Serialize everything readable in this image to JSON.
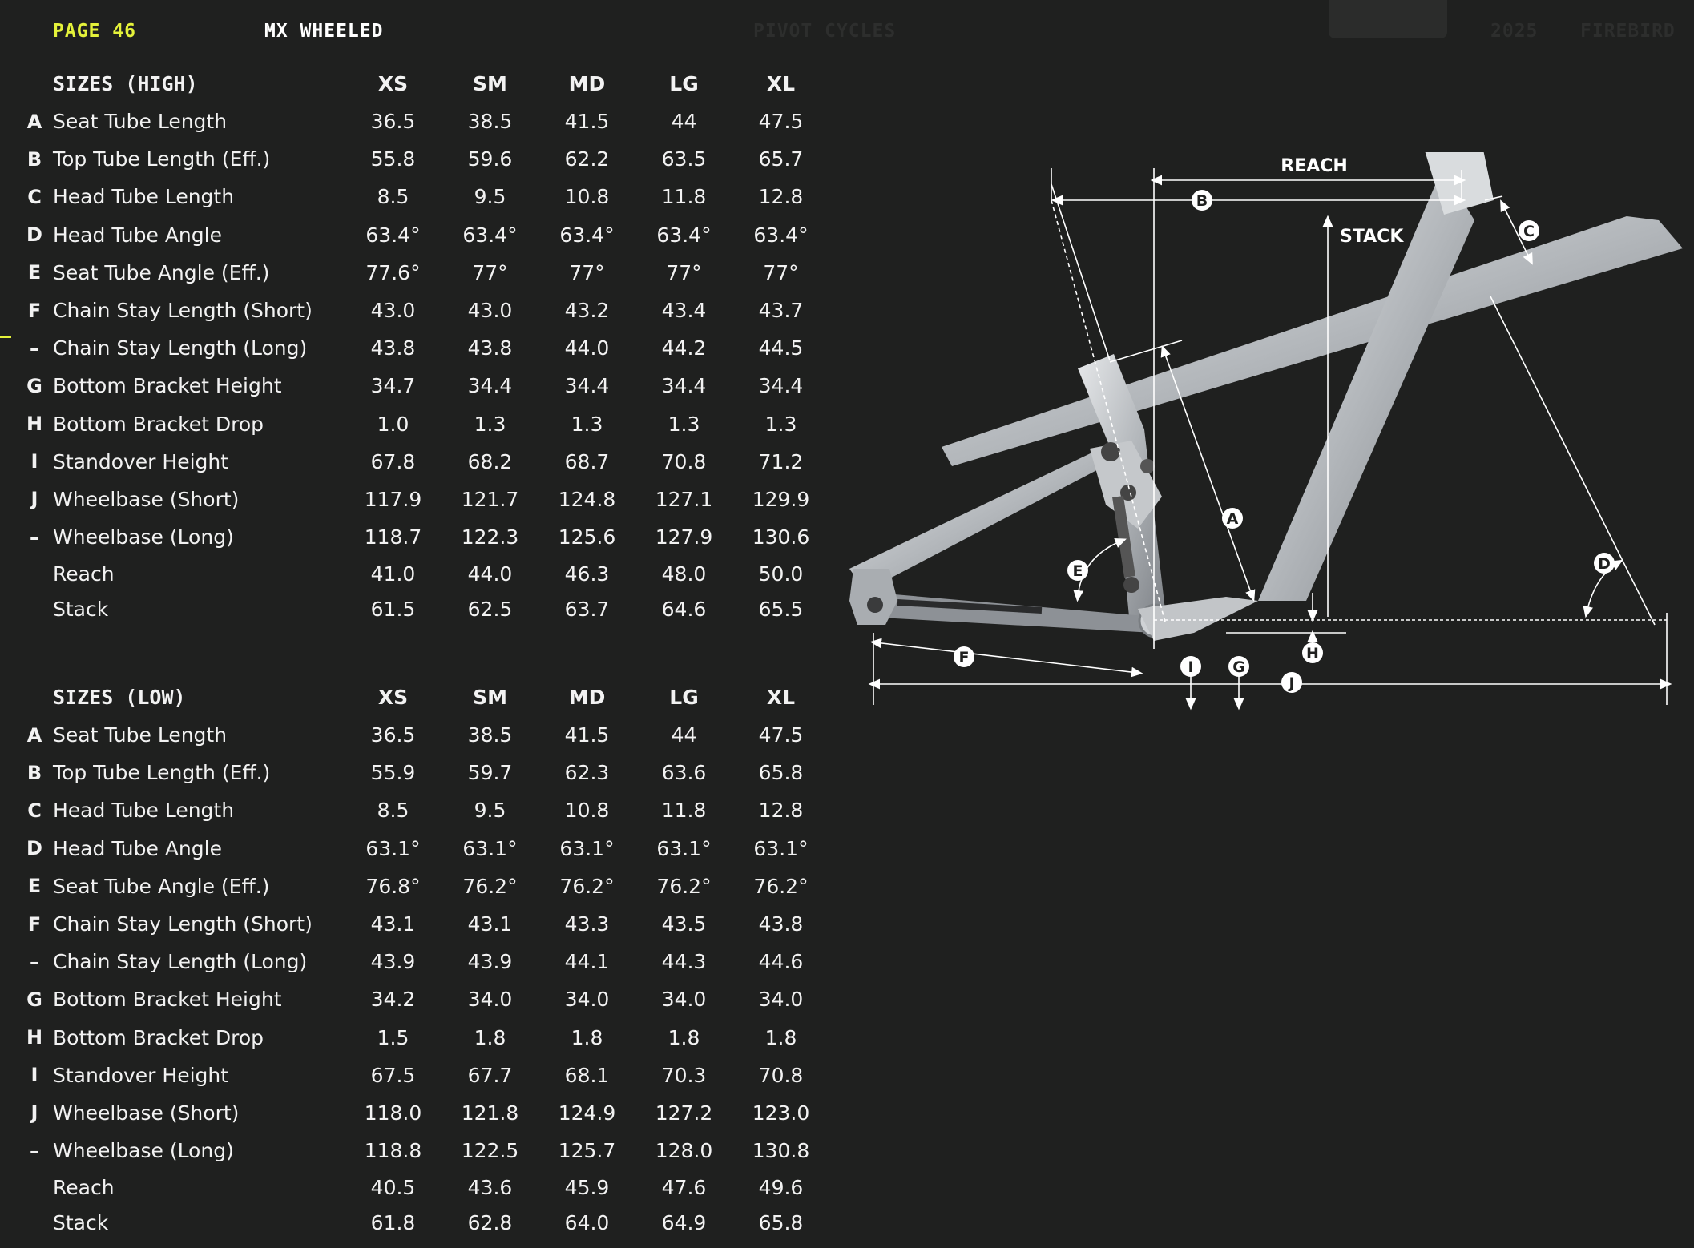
{
  "header": {
    "page": "PAGE 46",
    "title": "MX WHEELED",
    "brand": "PIVOT CYCLES",
    "year": "2025",
    "model": "FIREBIRD"
  },
  "columns": [
    "XS",
    "SM",
    "MD",
    "LG",
    "XL"
  ],
  "tables": [
    {
      "title": "SIZES (HIGH)",
      "rows": [
        {
          "letter": "A",
          "label": "Seat Tube Length",
          "values": [
            "36.5",
            "38.5",
            "41.5",
            "44",
            "47.5"
          ]
        },
        {
          "letter": "B",
          "label": "Top Tube Length (Eff.)",
          "values": [
            "55.8",
            "59.6",
            "62.2",
            "63.5",
            "65.7"
          ]
        },
        {
          "letter": "C",
          "label": "Head Tube Length",
          "values": [
            "8.5",
            "9.5",
            "10.8",
            "11.8",
            "12.8"
          ]
        },
        {
          "letter": "D",
          "label": "Head Tube Angle",
          "values": [
            "63.4°",
            "63.4°",
            "63.4°",
            "63.4°",
            "63.4°"
          ]
        },
        {
          "letter": "E",
          "label": "Seat Tube Angle (Eff.)",
          "values": [
            "77.6°",
            "77°",
            "77°",
            "77°",
            "77°"
          ]
        },
        {
          "letter": "F",
          "label": "Chain Stay Length (Short)",
          "values": [
            "43.0",
            "43.0",
            "43.2",
            "43.4",
            "43.7"
          ]
        },
        {
          "letter": "–",
          "label": "Chain Stay Length (Long)",
          "values": [
            "43.8",
            "43.8",
            "44.0",
            "44.2",
            "44.5"
          ]
        },
        {
          "letter": "G",
          "label": "Bottom Bracket Height",
          "values": [
            "34.7",
            "34.4",
            "34.4",
            "34.4",
            "34.4"
          ]
        },
        {
          "letter": "H",
          "label": "Bottom Bracket Drop",
          "values": [
            "1.0",
            "1.3",
            "1.3",
            "1.3",
            "1.3"
          ]
        },
        {
          "letter": "I",
          "label": "Standover Height",
          "values": [
            "67.8",
            "68.2",
            "68.7",
            "70.8",
            "71.2"
          ]
        },
        {
          "letter": "J",
          "label": "Wheelbase (Short)",
          "values": [
            "117.9",
            "121.7",
            "124.8",
            "127.1",
            "129.9"
          ]
        },
        {
          "letter": "–",
          "label": "Wheelbase (Long)",
          "values": [
            "118.7",
            "122.3",
            "125.6",
            "127.9",
            "130.6"
          ]
        },
        {
          "letter": "",
          "label": "Reach",
          "values": [
            "41.0",
            "44.0",
            "46.3",
            "48.0",
            "50.0"
          ]
        },
        {
          "letter": "",
          "label": "Stack",
          "values": [
            "61.5",
            "62.5",
            "63.7",
            "64.6",
            "65.5"
          ]
        }
      ]
    },
    {
      "title": "SIZES (LOW)",
      "rows": [
        {
          "letter": "A",
          "label": "Seat Tube Length",
          "values": [
            "36.5",
            "38.5",
            "41.5",
            "44",
            "47.5"
          ]
        },
        {
          "letter": "B",
          "label": "Top Tube Length (Eff.)",
          "values": [
            "55.9",
            "59.7",
            "62.3",
            "63.6",
            "65.8"
          ]
        },
        {
          "letter": "C",
          "label": "Head Tube Length",
          "values": [
            "8.5",
            "9.5",
            "10.8",
            "11.8",
            "12.8"
          ]
        },
        {
          "letter": "D",
          "label": "Head Tube Angle",
          "values": [
            "63.1°",
            "63.1°",
            "63.1°",
            "63.1°",
            "63.1°"
          ]
        },
        {
          "letter": "E",
          "label": "Seat Tube Angle (Eff.)",
          "values": [
            "76.8°",
            "76.2°",
            "76.2°",
            "76.2°",
            "76.2°"
          ]
        },
        {
          "letter": "F",
          "label": "Chain Stay Length (Short)",
          "values": [
            "43.1",
            "43.1",
            "43.3",
            "43.5",
            "43.8"
          ]
        },
        {
          "letter": "–",
          "label": "Chain Stay Length (Long)",
          "values": [
            "43.9",
            "43.9",
            "44.1",
            "44.3",
            "44.6"
          ]
        },
        {
          "letter": "G",
          "label": "Bottom Bracket Height",
          "values": [
            "34.2",
            "34.0",
            "34.0",
            "34.0",
            "34.0"
          ]
        },
        {
          "letter": "H",
          "label": "Bottom Bracket Drop",
          "values": [
            "1.5",
            "1.8",
            "1.8",
            "1.8",
            "1.8"
          ]
        },
        {
          "letter": "I",
          "label": "Standover Height",
          "values": [
            "67.5",
            "67.7",
            "68.1",
            "70.3",
            "70.8"
          ]
        },
        {
          "letter": "J",
          "label": "Wheelbase (Short)",
          "values": [
            "118.0",
            "121.8",
            "124.9",
            "127.2",
            "123.0"
          ]
        },
        {
          "letter": "–",
          "label": "Wheelbase (Long)",
          "values": [
            "118.8",
            "122.5",
            "125.7",
            "128.0",
            "130.8"
          ]
        },
        {
          "letter": "",
          "label": "Reach",
          "values": [
            "40.5",
            "43.6",
            "45.9",
            "47.6",
            "49.6"
          ]
        },
        {
          "letter": "",
          "label": "Stack",
          "values": [
            "61.8",
            "62.8",
            "64.0",
            "64.9",
            "65.8"
          ]
        }
      ]
    }
  ],
  "diagram": {
    "reach_label": "REACH",
    "stack_label": "STACK",
    "markers": [
      "A",
      "B",
      "C",
      "D",
      "E",
      "F",
      "G",
      "H",
      "I",
      "J"
    ]
  },
  "colors": {
    "background": "#1f201f",
    "accent": "#e4f23a",
    "text": "#f2f2f2",
    "frame": "#b9bcbf"
  }
}
